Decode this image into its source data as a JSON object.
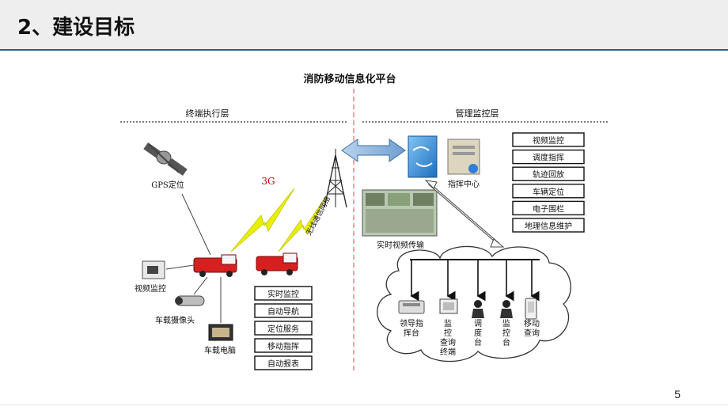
{
  "slide": {
    "title": "2、建设目标",
    "page_number": "5"
  },
  "diagram": {
    "platform_title": "消防移动信息化平台",
    "left_section_label": "终端执行层",
    "right_section_label": "管理监控层",
    "gps_label": "GPS定位",
    "network_label": "3G",
    "tower_label": "无线通信网络",
    "video_monitor_label": "视频监控",
    "vehicle_camera_label": "车载摄像头",
    "vehicle_computer_label": "车载电脑",
    "vehicle_functions": [
      "实时监控",
      "自动导航",
      "定位服务",
      "移动指挥",
      "自动报表"
    ],
    "command_center_label": "指挥中心",
    "realtime_video_label": "实时视频传输",
    "management_functions": [
      "视频监控",
      "调度指挥",
      "轨迹回放",
      "车辆定位",
      "电子围栏",
      "地理信息维护"
    ],
    "terminals": [
      [
        "领导指",
        "挥台"
      ],
      [
        "监",
        "控",
        "查询",
        "终端"
      ],
      [
        "调",
        "度",
        "台"
      ],
      [
        "监",
        "控",
        "台"
      ],
      [
        "移动",
        "查询"
      ]
    ]
  },
  "colors": {
    "accent_line": "#2f5e86",
    "lightning": "#e8f000",
    "network_text": "#d40000",
    "server_blue": "#3a8fd8"
  }
}
